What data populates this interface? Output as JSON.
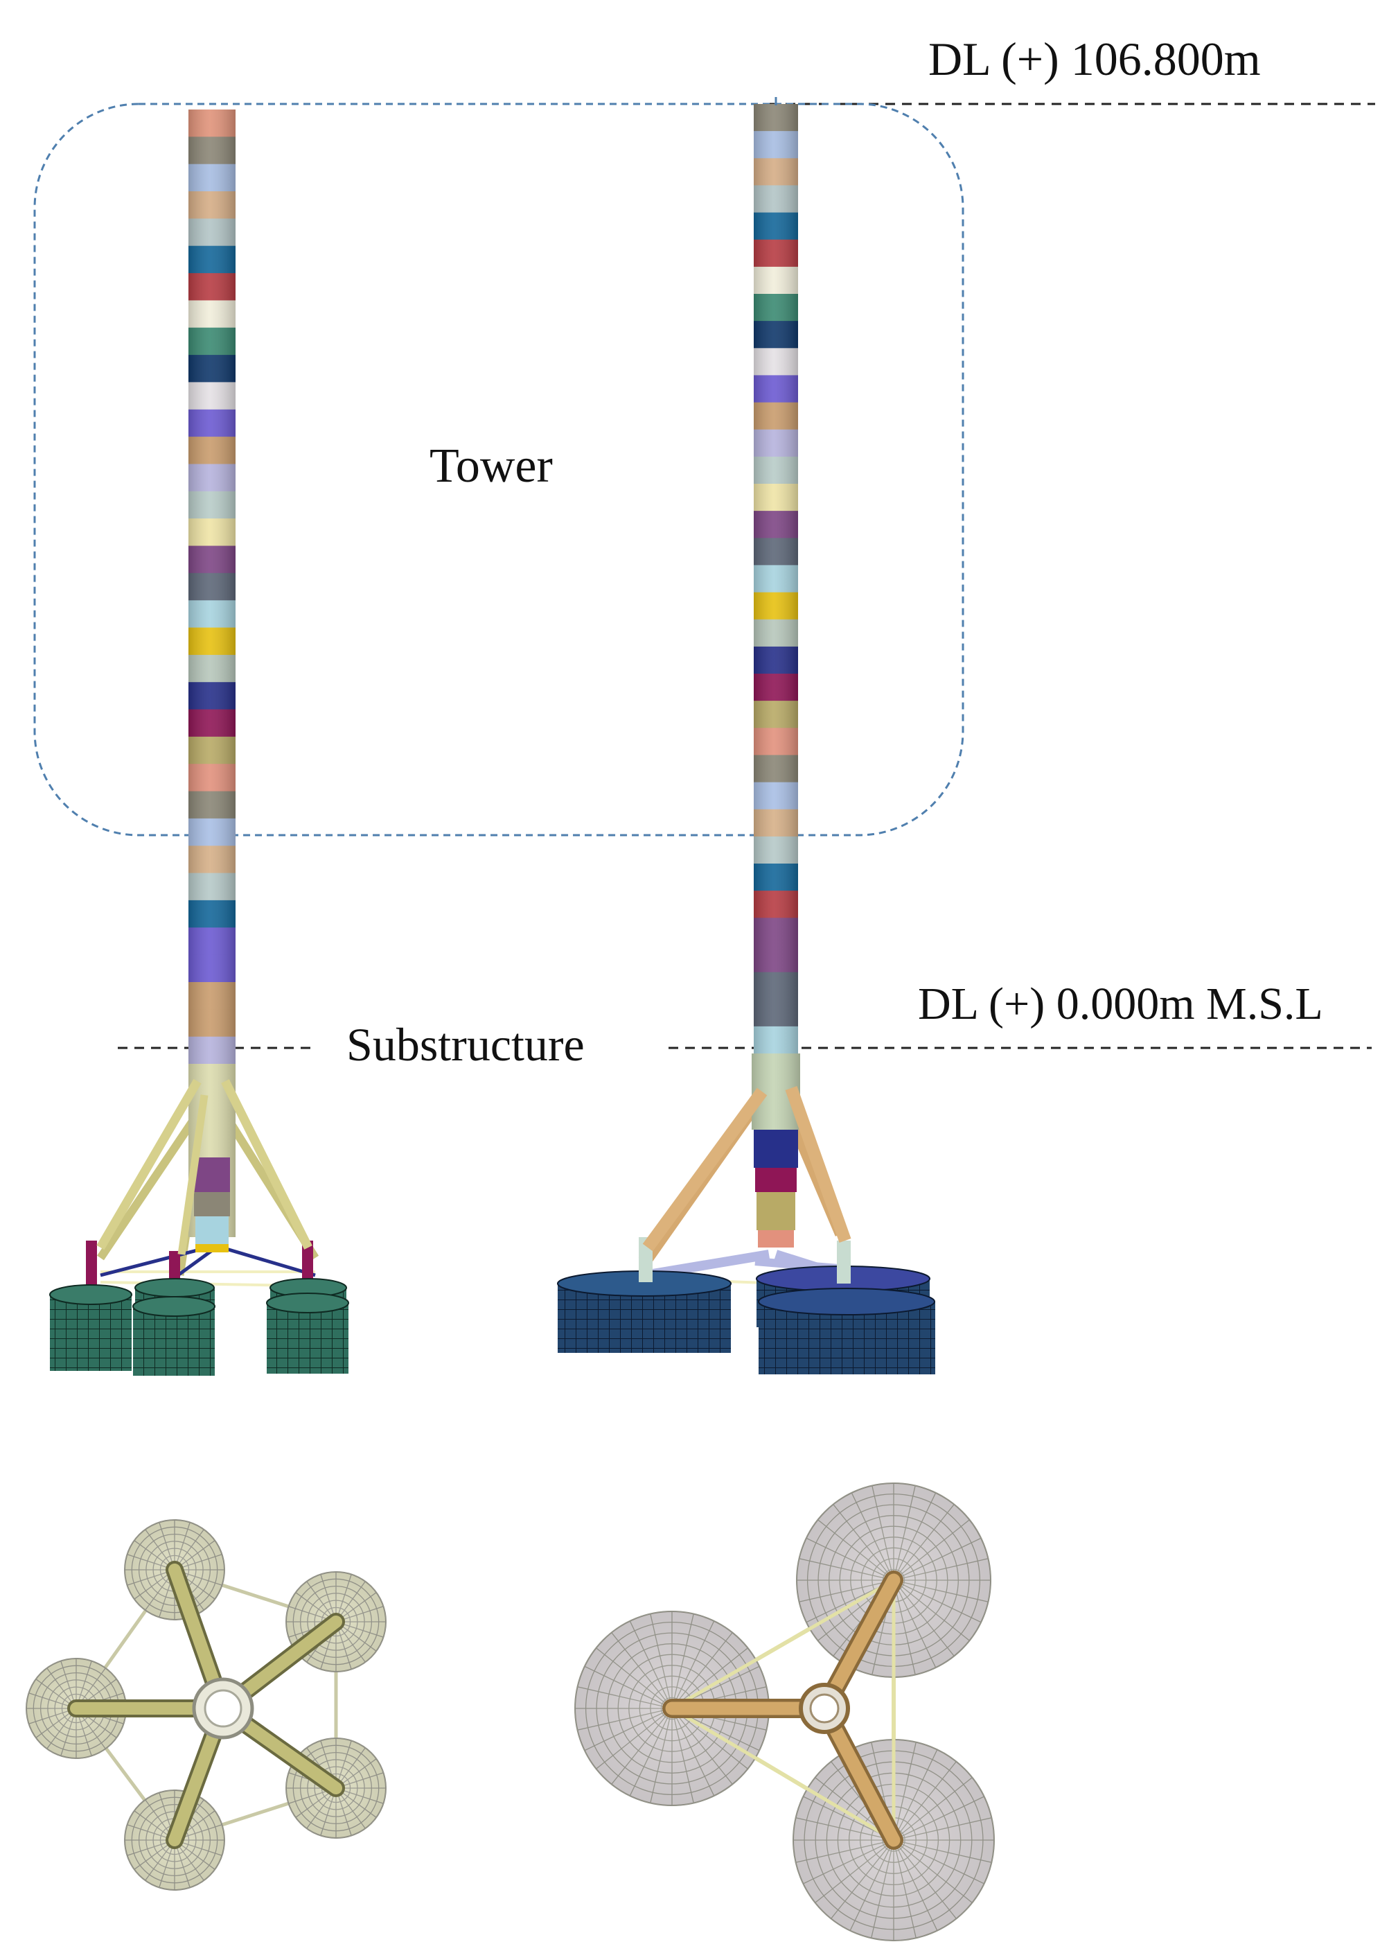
{
  "labels": {
    "top_level": "DL (+) 106.800m",
    "msl_level": "DL (+) 0.000m M.S.L",
    "tower": "Tower",
    "substructure": "Substructure"
  },
  "colors": {
    "left_tower_segments": [
      "#e0937a",
      "#8b8676",
      "#a7bde2",
      "#d5ad86",
      "#b3c5c6",
      "#14679a",
      "#b73c43",
      "#f1eedb",
      "#3b8a72",
      "#10386b",
      "#e5e1e5",
      "#6c5ad2",
      "#c99c6d",
      "#b6b3dd",
      "#b8ccc8",
      "#efe4a6",
      "#7e4685",
      "#5d6778",
      "#a7d3df",
      "#e7c111",
      "#b7c7bb",
      "#27308a",
      "#8f1656",
      "#b8aa66",
      "#e2917d",
      "#8a8676",
      "#a9bfe5",
      "#d6b088",
      "#b6c9c8",
      "#14679a",
      "#6c5ad2",
      "#6c5ad2",
      "#c99c6d",
      "#c99c6d",
      "#b6b3dd"
    ],
    "right_tower_segments": [
      "#8b8676",
      "#a7bde2",
      "#d5ad86",
      "#b3c5c6",
      "#14679a",
      "#b73c43",
      "#f1eedb",
      "#3b8a72",
      "#10386b",
      "#e5e1e5",
      "#6c5ad2",
      "#c99c6d",
      "#b6b3dd",
      "#b8ccc8",
      "#efe4a6",
      "#7e4685",
      "#5d6778",
      "#a7d3df",
      "#e7c111",
      "#b7c7bb",
      "#27308a",
      "#8f1656",
      "#b8aa66",
      "#e2917d",
      "#8a8676",
      "#a9bfe5",
      "#d6b088",
      "#b6c9c8",
      "#14679a",
      "#b73c43",
      "#7e4685",
      "#7e4685",
      "#5d6778",
      "#5d6778",
      "#a7d3df"
    ],
    "left_bucket": "#2f6f5e",
    "left_bucket_grid": "#0f2a22",
    "right_bucket": "#22456d",
    "right_bucket_grid": "#0c1a30",
    "left_brace": "#c9c37e",
    "right_brace": "#d5a970",
    "plan_left_circle": "#dfdfc2",
    "plan_right_circle": "#d9d4d6",
    "dashed_box": "#4f7fae"
  }
}
